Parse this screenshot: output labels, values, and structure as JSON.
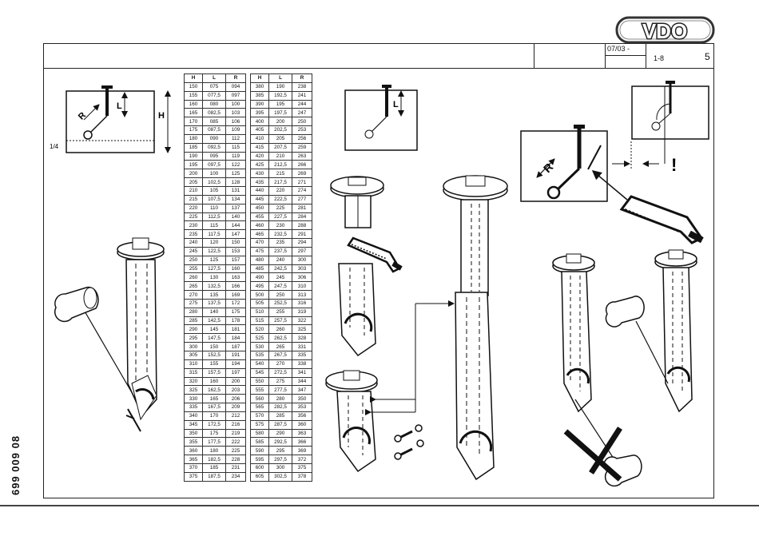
{
  "brand": {
    "name": "VDO"
  },
  "header": {
    "date": "07/03 -",
    "page_range": "1-8",
    "page_number": "5"
  },
  "side_code": "699 009 08",
  "diagram_labels": {
    "height": "H",
    "length": "L",
    "radius": "R",
    "fraction": "1/4",
    "warning": "!"
  },
  "table": {
    "columns": [
      "H",
      "L",
      "R"
    ],
    "left_rows": [
      [
        "150",
        "075",
        "094"
      ],
      [
        "155",
        "077,5",
        "097"
      ],
      [
        "160",
        "080",
        "100"
      ],
      [
        "165",
        "082,5",
        "103"
      ],
      [
        "170",
        "085",
        "106"
      ],
      [
        "175",
        "087,5",
        "109"
      ],
      [
        "180",
        "090",
        "112"
      ],
      [
        "185",
        "092,5",
        "115"
      ],
      [
        "190",
        "095",
        "119"
      ],
      [
        "195",
        "097,5",
        "122"
      ],
      [
        "200",
        "100",
        "125"
      ],
      [
        "205",
        "102,5",
        "128"
      ],
      [
        "210",
        "105",
        "131"
      ],
      [
        "215",
        "107,5",
        "134"
      ],
      [
        "220",
        "110",
        "137"
      ],
      [
        "225",
        "112,5",
        "140"
      ],
      [
        "230",
        "115",
        "144"
      ],
      [
        "235",
        "117,5",
        "147"
      ],
      [
        "240",
        "120",
        "150"
      ],
      [
        "245",
        "122,5",
        "153"
      ],
      [
        "250",
        "125",
        "157"
      ],
      [
        "255",
        "127,5",
        "160"
      ],
      [
        "260",
        "130",
        "163"
      ],
      [
        "265",
        "132,5",
        "166"
      ],
      [
        "270",
        "135",
        "169"
      ],
      [
        "275",
        "137,5",
        "172"
      ],
      [
        "280",
        "140",
        "175"
      ],
      [
        "285",
        "142,5",
        "178"
      ],
      [
        "290",
        "145",
        "181"
      ],
      [
        "295",
        "147,5",
        "184"
      ],
      [
        "300",
        "150",
        "187"
      ],
      [
        "305",
        "152,5",
        "191"
      ],
      [
        "310",
        "155",
        "194"
      ],
      [
        "315",
        "157,5",
        "197"
      ],
      [
        "320",
        "160",
        "200"
      ],
      [
        "325",
        "162,5",
        "203"
      ],
      [
        "330",
        "165",
        "206"
      ],
      [
        "335",
        "167,5",
        "209"
      ],
      [
        "340",
        "170",
        "212"
      ],
      [
        "345",
        "172,5",
        "216"
      ],
      [
        "350",
        "175",
        "219"
      ],
      [
        "355",
        "177,5",
        "222"
      ],
      [
        "360",
        "180",
        "225"
      ],
      [
        "365",
        "182,5",
        "228"
      ],
      [
        "370",
        "185",
        "231"
      ],
      [
        "375",
        "187,5",
        "234"
      ]
    ],
    "right_rows": [
      [
        "380",
        "190",
        "238"
      ],
      [
        "385",
        "192,5",
        "241"
      ],
      [
        "390",
        "195",
        "244"
      ],
      [
        "395",
        "197,5",
        "247"
      ],
      [
        "400",
        "200",
        "250"
      ],
      [
        "405",
        "202,5",
        "253"
      ],
      [
        "410",
        "205",
        "256"
      ],
      [
        "415",
        "207,5",
        "259"
      ],
      [
        "420",
        "210",
        "263"
      ],
      [
        "425",
        "212,5",
        "266"
      ],
      [
        "430",
        "215",
        "269"
      ],
      [
        "435",
        "217,5",
        "271"
      ],
      [
        "440",
        "220",
        "274"
      ],
      [
        "445",
        "222,5",
        "277"
      ],
      [
        "450",
        "225",
        "281"
      ],
      [
        "455",
        "227,5",
        "284"
      ],
      [
        "460",
        "230",
        "288"
      ],
      [
        "465",
        "232,5",
        "291"
      ],
      [
        "470",
        "235",
        "294"
      ],
      [
        "475",
        "237,5",
        "297"
      ],
      [
        "480",
        "240",
        "300"
      ],
      [
        "485",
        "242,5",
        "303"
      ],
      [
        "490",
        "245",
        "306"
      ],
      [
        "495",
        "247,5",
        "310"
      ],
      [
        "500",
        "250",
        "313"
      ],
      [
        "505",
        "252,5",
        "316"
      ],
      [
        "510",
        "255",
        "319"
      ],
      [
        "515",
        "257,5",
        "322"
      ],
      [
        "520",
        "260",
        "325"
      ],
      [
        "525",
        "262,5",
        "328"
      ],
      [
        "530",
        "265",
        "331"
      ],
      [
        "535",
        "267,5",
        "335"
      ],
      [
        "540",
        "270",
        "338"
      ],
      [
        "545",
        "272,5",
        "341"
      ],
      [
        "550",
        "275",
        "344"
      ],
      [
        "555",
        "277,5",
        "347"
      ],
      [
        "560",
        "280",
        "350"
      ],
      [
        "565",
        "282,5",
        "353"
      ],
      [
        "570",
        "285",
        "356"
      ],
      [
        "575",
        "287,5",
        "360"
      ],
      [
        "580",
        "290",
        "363"
      ],
      [
        "585",
        "292,5",
        "366"
      ],
      [
        "590",
        "295",
        "369"
      ],
      [
        "595",
        "297,5",
        "372"
      ],
      [
        "600",
        "300",
        "375"
      ],
      [
        "605",
        "302,5",
        "378"
      ]
    ]
  }
}
